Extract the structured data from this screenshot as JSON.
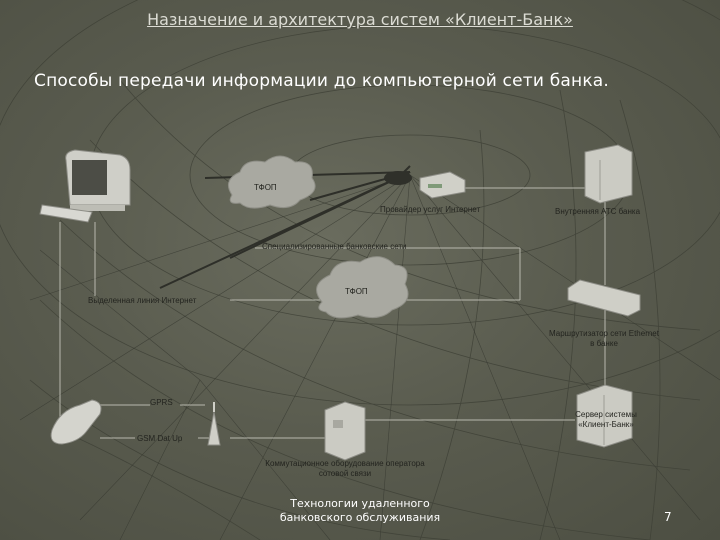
{
  "slide": {
    "title": "Назначение и архитектура систем «Клиент-Банк»",
    "subtitle": "Способы передачи информации до компьютерной сети банка.",
    "footer": "Технологии удаленного банковского обслуживания",
    "page_number": "7"
  },
  "diagram": {
    "labels": {
      "cloud_top": "ТФОП",
      "cloud_mid": "ТФОП",
      "provider": "Провайдер услуг Интернет",
      "ats": "Внутренняя АТС банка",
      "specialized": "Специализированные банковские сети",
      "leased_line": "Выделенная линия Интернет",
      "router": "Маршрутизатор сети Ethernet в банке",
      "gprs": "GPRS",
      "gsm": "GSM Dat Up",
      "switching": "Коммутационное оборудование оператора сотовой связи",
      "bank_server": "Сервер системы «Клиент-Банк»"
    },
    "icons": [
      "computer-icon",
      "keyboard-icon",
      "server-icon",
      "router-icon",
      "modem-icon",
      "mobile-phone-icon",
      "antenna-icon",
      "satellite-dish-icon",
      "cloud-icon"
    ]
  }
}
